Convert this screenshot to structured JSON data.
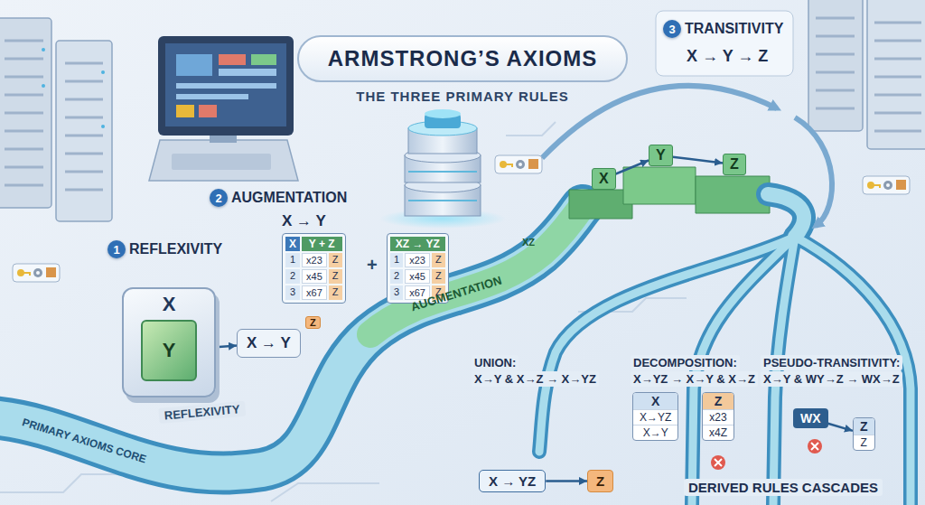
{
  "diagram": {
    "title": "ARMSTRONG’S AXIOMS",
    "nodes": [
      {
        "text": [
          "1"
        ]
      },
      {
        "text": [
          "X"
        ]
      },
      {
        "text": [
          "Y"
        ],
        "in": 1
      },
      {
        "text": [
          "X → Y"
        ]
      },
      {
        "text": [
          "2"
        ]
      },
      {
        "text": [
          "X",
          "Y + Z",
          "1",
          "2",
          "3",
          "x23",
          "x45",
          "x67",
          "Z",
          "Z",
          "Z"
        ]
      },
      {
        "text": [
          "XZ → YZ",
          "1",
          "2",
          "3",
          "x23",
          "x45",
          "x67",
          "Z",
          "Z",
          "Z"
        ]
      },
      {
        "text": [
          "3"
        ]
      },
      {
        "text": [
          "X"
        ]
      },
      {
        "text": [
          "Y"
        ]
      },
      {
        "text": [
          "Z"
        ]
      },
      {
        "text": [
          "X",
          "X→YZ",
          "X→Y"
        ]
      },
      {
        "text": [
          "Z",
          "x23",
          "x4Z"
        ]
      },
      {
        "text": [
          "WX"
        ]
      },
      {
        "text": [
          "Z",
          "Z"
        ]
      },
      {
        "text": [
          "X → YZ"
        ]
      },
      {
        "text": [
          "Z"
        ]
      }
    ],
    "edges": [
      {
        "from": 2,
        "to": 3,
        "arrow": "to"
      },
      {
        "from": 8,
        "to": 9,
        "arrow": "to"
      },
      {
        "from": 9,
        "to": 10,
        "arrow": "to"
      },
      {
        "from": 13,
        "to": 14,
        "arrow": "to"
      },
      {
        "from": 15,
        "to": 16,
        "arrow": "to"
      }
    ],
    "labels": [
      "THE THREE PRIMARY RULES",
      "REFLEXIVITY",
      "REFLEXIVITY",
      "PRIMARY AXIOMS CORE",
      "AUGMENTATION",
      "X → Y",
      "+",
      "AUGMENTATION",
      "XZ",
      "Z",
      "TRANSITIVITY",
      "X → Y → Z",
      "UNION:",
      "X→Y & X→Z → X→YZ",
      "DECOMPOSITION:",
      "X→YZ → X→Y & X→Z",
      "PSEUDO-TRANSITIVITY:",
      "X→Y & WY→Z → WX→Z",
      "DERIVED RULES CASCADES"
    ]
  }
}
